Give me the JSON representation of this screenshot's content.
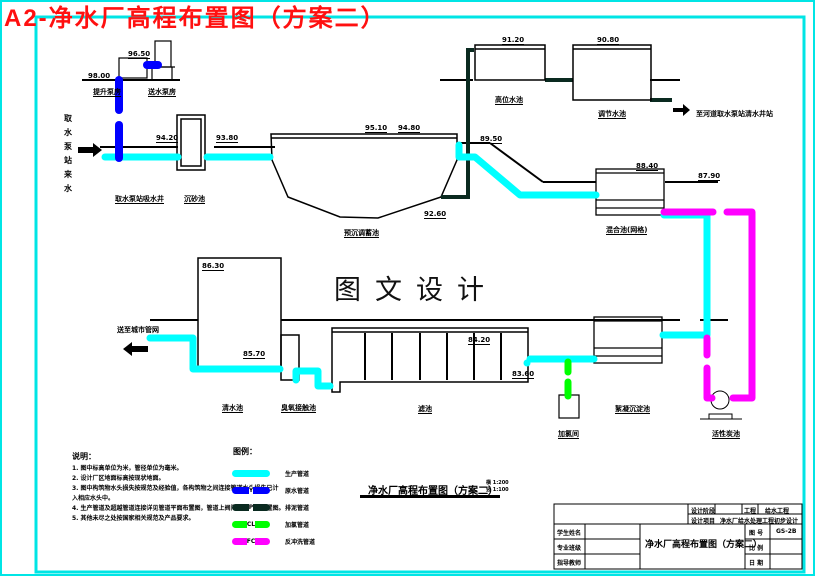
{
  "title": "A2-净水厂高程布置图（方案二）",
  "watermark": "图文设计",
  "source_label": "取水泵站来水",
  "downstream_label": "至河道取水泵站清水井站",
  "output_label": "送至城市管网",
  "structures": {
    "intake_well": "取水泵站吸水井",
    "grit_chamber": "沉砂池",
    "presed_basin": "预沉调蓄池",
    "mixing_tank": "混合池(网格)",
    "ozone_tank": "臭氧接触池",
    "activated_carbon": "活性炭池",
    "sand_filter": "滤池",
    "dosing_tank": "加氯间",
    "flocculation": "絮凝沉淀池",
    "clear_well": "清水池",
    "pump_house": "送水泵房",
    "lift_pump": "提升泵房",
    "high_tank_1": "高位水池",
    "high_tank_2": "调节水池"
  },
  "elevations": [
    "98.00",
    "96.50",
    "94.20",
    "93.80",
    "95.10",
    "94.80",
    "92.60",
    "91.20",
    "90.80",
    "89.50",
    "88.40",
    "87.90",
    "86.30",
    "85.70",
    "84.20",
    "83.60"
  ],
  "notes": {
    "heading": "说明：",
    "items": [
      "1. 图中标高单位为米，管径单位为毫米。",
      "2. 设计厂区地面标高按现状地面。",
      "3. 图中构筑物水头损失按规范及经验值，各构筑物之间连接管道水头损失已计",
      "   入相应水头中。",
      "4. 生产管道及超越管道连接详见管道平面布置图，管道上阀门详见管道布置图。",
      "5. 其他未尽之处按国家相关规范及产品要求。"
    ]
  },
  "legend": {
    "heading": "图例：",
    "items": [
      {
        "label": "生产管道",
        "color": "#00ffff",
        "tag": ""
      },
      {
        "label": "原水管道",
        "color": "#0000ff",
        "tag": "Y"
      },
      {
        "label": "排泥管道",
        "color": "#0a2a20",
        "tag": "P"
      },
      {
        "label": "加氯管道",
        "color": "#00ff00",
        "tag": "CL"
      },
      {
        "label": "反冲洗管道",
        "color": "#ff00ff",
        "tag": "FC"
      }
    ]
  },
  "drawing_title": "净水厂高程布置图（方案二）",
  "scale": [
    "横 1:200",
    "竖 1:100"
  ],
  "title_block": {
    "row1": [
      "设计阶段",
      "",
      "工程",
      "给水工程"
    ],
    "row2": [
      "设计项目",
      "净水厂给水处理工程初步设计"
    ],
    "left_rows": [
      "学生姓名",
      "专业班级",
      "指导教师"
    ],
    "center": "净水厂高程布置图（方案二）",
    "right_rows": [
      [
        "图 号",
        "GS-2B"
      ],
      [
        "比 例",
        ""
      ],
      [
        "日 期",
        ""
      ]
    ]
  },
  "colors": {
    "production": "#00ffff",
    "raw": "#0000ff",
    "sludge": "#0a2a20",
    "chlorine": "#00ff00",
    "backwash": "#ff00ff",
    "border": "#00e5e5",
    "title": "#ff1010"
  }
}
